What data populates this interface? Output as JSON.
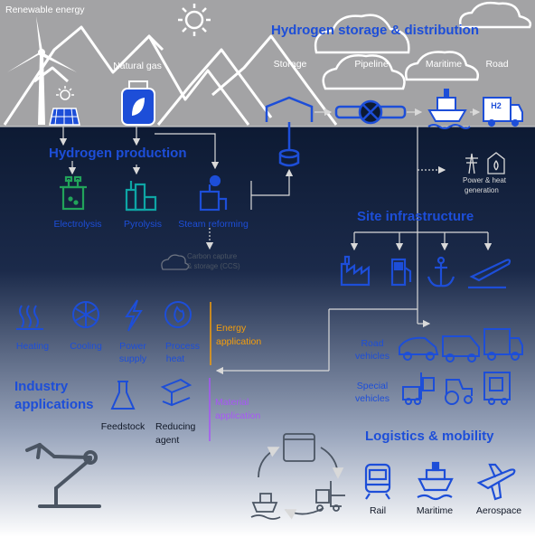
{
  "colors": {
    "sky": "#a3a3a5",
    "deep": "#0d1a33",
    "fade": "#ffffff",
    "blue": "#1d4ed8",
    "green": "#22a35a",
    "teal": "#0ea5a5",
    "orange": "#f59e0b",
    "purple": "#a855f7",
    "line": "#d9d9d9"
  },
  "top": {
    "renewable": "Renewable energy",
    "natural_gas": "Natural gas",
    "storage_title": "Hydrogen storage & distribution",
    "storage": "Storage",
    "pipeline": "Pipeline",
    "maritime": "Maritime",
    "road": "Road",
    "h2": "H2"
  },
  "production": {
    "title": "Hydrogen production",
    "electrolysis": "Electrolysis",
    "pyrolysis": "Pyrolysis",
    "steam": "Steam reforming",
    "ccs1": "Carbon capture",
    "ccs2": "& storage (CCS)",
    "power1": "Power & heat",
    "power2": "generation"
  },
  "site": {
    "title": "Site infrastructure"
  },
  "industry": {
    "title1": "Industry",
    "title2": "applications",
    "heating": "Heating",
    "cooling": "Cooling",
    "power1": "Power",
    "power2": "supply",
    "process1": "Process",
    "process2": "heat",
    "energy1": "Energy",
    "energy2": "application",
    "feedstock": "Feedstock",
    "reducing1": "Reducing",
    "reducing2": "agent",
    "material1": "Material",
    "material2": "application"
  },
  "vehicles": {
    "road1": "Road",
    "road2": "vehicles",
    "special1": "Special",
    "special2": "vehicles"
  },
  "logistics": {
    "title": "Logistics & mobility",
    "rail": "Rail",
    "maritime": "Maritime",
    "aerospace": "Aerospace"
  }
}
